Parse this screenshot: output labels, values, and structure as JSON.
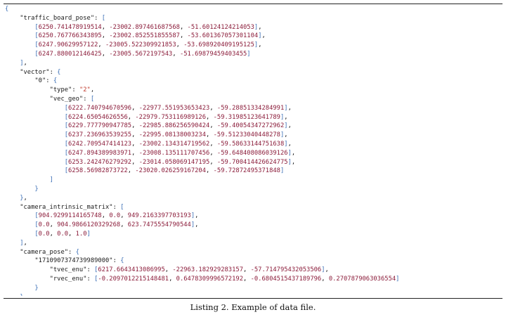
{
  "listing": {
    "lines": [
      [
        [
          "p",
          "{"
        ]
      ],
      [
        [
          "t",
          "    "
        ],
        [
          "k",
          "\"traffic_board_pose\""
        ],
        [
          "t",
          ": "
        ],
        [
          "p",
          "["
        ]
      ],
      [
        [
          "t",
          "        "
        ],
        [
          "p",
          "["
        ],
        [
          "n",
          "6250.741478919514"
        ],
        [
          "t",
          ", "
        ],
        [
          "n",
          "-23002.897461687568"
        ],
        [
          "t",
          ", "
        ],
        [
          "n",
          "-51.60124124214053"
        ],
        [
          "p",
          "]"
        ],
        [
          "t",
          ","
        ]
      ],
      [
        [
          "t",
          "        "
        ],
        [
          "p",
          "["
        ],
        [
          "n",
          "6250.767766343895"
        ],
        [
          "t",
          ", "
        ],
        [
          "n",
          "-23002.852551855587"
        ],
        [
          "t",
          ", "
        ],
        [
          "n",
          "-53.601367057301104"
        ],
        [
          "p",
          "]"
        ],
        [
          "t",
          ","
        ]
      ],
      [
        [
          "t",
          "        "
        ],
        [
          "p",
          "["
        ],
        [
          "n",
          "6247.90629957122"
        ],
        [
          "t",
          ", "
        ],
        [
          "n",
          "-23005.522309921853"
        ],
        [
          "t",
          ", "
        ],
        [
          "n",
          "-53.698920409195125"
        ],
        [
          "p",
          "]"
        ],
        [
          "t",
          ","
        ]
      ],
      [
        [
          "t",
          "        "
        ],
        [
          "p",
          "["
        ],
        [
          "n",
          "6247.880012146425"
        ],
        [
          "t",
          ", "
        ],
        [
          "n",
          "-23005.5672197543"
        ],
        [
          "t",
          ", "
        ],
        [
          "n",
          "-51.69879459403455"
        ],
        [
          "p",
          "]"
        ]
      ],
      [
        [
          "t",
          "    "
        ],
        [
          "p",
          "]"
        ],
        [
          "t",
          ","
        ]
      ],
      [
        [
          "t",
          "    "
        ],
        [
          "k",
          "\"vector\""
        ],
        [
          "t",
          ": "
        ],
        [
          "p",
          "{"
        ]
      ],
      [
        [
          "t",
          "        "
        ],
        [
          "k",
          "\"0\""
        ],
        [
          "t",
          ": "
        ],
        [
          "p",
          "{"
        ]
      ],
      [
        [
          "t",
          "            "
        ],
        [
          "k",
          "\"type\""
        ],
        [
          "t",
          ": "
        ],
        [
          "s",
          "\"2\""
        ],
        [
          "t",
          ","
        ]
      ],
      [
        [
          "t",
          "            "
        ],
        [
          "k",
          "\"vec_geo\""
        ],
        [
          "t",
          ": "
        ],
        [
          "p",
          "["
        ]
      ],
      [
        [
          "t",
          "                "
        ],
        [
          "p",
          "["
        ],
        [
          "n",
          "6222.740794670596"
        ],
        [
          "t",
          ", "
        ],
        [
          "n",
          "-22977.551953653423"
        ],
        [
          "t",
          ", "
        ],
        [
          "n",
          "-59.28851334284991"
        ],
        [
          "p",
          "]"
        ],
        [
          "t",
          ","
        ]
      ],
      [
        [
          "t",
          "                "
        ],
        [
          "p",
          "["
        ],
        [
          "n",
          "6224.65054626556"
        ],
        [
          "t",
          ", "
        ],
        [
          "n",
          "-22979.753116989126"
        ],
        [
          "t",
          ", "
        ],
        [
          "n",
          "-59.31985123641789"
        ],
        [
          "p",
          "]"
        ],
        [
          "t",
          ","
        ]
      ],
      [
        [
          "t",
          "                "
        ],
        [
          "p",
          "["
        ],
        [
          "n",
          "6229.777790947785"
        ],
        [
          "t",
          ", "
        ],
        [
          "n",
          "-22985.886256590424"
        ],
        [
          "t",
          ", "
        ],
        [
          "n",
          "-59.40054347272962"
        ],
        [
          "p",
          "]"
        ],
        [
          "t",
          ","
        ]
      ],
      [
        [
          "t",
          "                "
        ],
        [
          "p",
          "["
        ],
        [
          "n",
          "6237.236963539255"
        ],
        [
          "t",
          ", "
        ],
        [
          "n",
          "-22995.08138003234"
        ],
        [
          "t",
          ", "
        ],
        [
          "n",
          "-59.51233040448278"
        ],
        [
          "p",
          "]"
        ],
        [
          "t",
          ","
        ]
      ],
      [
        [
          "t",
          "                "
        ],
        [
          "p",
          "["
        ],
        [
          "n",
          "6242.709547414123"
        ],
        [
          "t",
          ", "
        ],
        [
          "n",
          "-23002.134314719562"
        ],
        [
          "t",
          ", "
        ],
        [
          "n",
          "-59.58633144751638"
        ],
        [
          "p",
          "]"
        ],
        [
          "t",
          ","
        ]
      ],
      [
        [
          "t",
          "                "
        ],
        [
          "p",
          "["
        ],
        [
          "n",
          "6247.894389983971"
        ],
        [
          "t",
          ", "
        ],
        [
          "n",
          "-23008.135111707456"
        ],
        [
          "t",
          ", "
        ],
        [
          "n",
          "-59.648408086039126"
        ],
        [
          "p",
          "]"
        ],
        [
          "t",
          ","
        ]
      ],
      [
        [
          "t",
          "                "
        ],
        [
          "p",
          "["
        ],
        [
          "n",
          "6253.242476279292"
        ],
        [
          "t",
          ", "
        ],
        [
          "n",
          "-23014.058069147195"
        ],
        [
          "t",
          ", "
        ],
        [
          "n",
          "-59.700414426624775"
        ],
        [
          "p",
          "]"
        ],
        [
          "t",
          ","
        ]
      ],
      [
        [
          "t",
          "                "
        ],
        [
          "p",
          "["
        ],
        [
          "n",
          "6258.56982873722"
        ],
        [
          "t",
          ", "
        ],
        [
          "n",
          "-23020.026259167204"
        ],
        [
          "t",
          ", "
        ],
        [
          "n",
          "-59.72872495371848"
        ],
        [
          "p",
          "]"
        ]
      ],
      [
        [
          "t",
          "            "
        ],
        [
          "p",
          "]"
        ]
      ],
      [
        [
          "t",
          "        "
        ],
        [
          "p",
          "}"
        ]
      ],
      [
        [
          "t",
          "    "
        ],
        [
          "p",
          "}"
        ],
        [
          "t",
          ","
        ]
      ],
      [
        [
          "t",
          "    "
        ],
        [
          "k",
          "\"camera_intrinsic_matrix\""
        ],
        [
          "t",
          ": "
        ],
        [
          "p",
          "["
        ]
      ],
      [
        [
          "t",
          "        "
        ],
        [
          "p",
          "["
        ],
        [
          "n",
          "904.9299114165748"
        ],
        [
          "t",
          ", "
        ],
        [
          "n",
          "0.0"
        ],
        [
          "t",
          ", "
        ],
        [
          "n",
          "949.2163397703193"
        ],
        [
          "p",
          "]"
        ],
        [
          "t",
          ","
        ]
      ],
      [
        [
          "t",
          "        "
        ],
        [
          "p",
          "["
        ],
        [
          "n",
          "0.0"
        ],
        [
          "t",
          ", "
        ],
        [
          "n",
          "904.9866120329268"
        ],
        [
          "t",
          ", "
        ],
        [
          "n",
          "623.7475554790544"
        ],
        [
          "p",
          "]"
        ],
        [
          "t",
          ","
        ]
      ],
      [
        [
          "t",
          "        "
        ],
        [
          "p",
          "["
        ],
        [
          "n",
          "0.0"
        ],
        [
          "t",
          ", "
        ],
        [
          "n",
          "0.0"
        ],
        [
          "t",
          ", "
        ],
        [
          "n",
          "1.0"
        ],
        [
          "p",
          "]"
        ]
      ],
      [
        [
          "t",
          "    "
        ],
        [
          "p",
          "]"
        ],
        [
          "t",
          ","
        ]
      ],
      [
        [
          "t",
          "    "
        ],
        [
          "k",
          "\"camera_pose\""
        ],
        [
          "t",
          ": "
        ],
        [
          "p",
          "{"
        ]
      ],
      [
        [
          "t",
          "        "
        ],
        [
          "k",
          "\"1710907374739989000\""
        ],
        [
          "t",
          ": "
        ],
        [
          "p",
          "{"
        ]
      ],
      [
        [
          "t",
          "            "
        ],
        [
          "k",
          "\"tvec_enu\""
        ],
        [
          "t",
          ": "
        ],
        [
          "p",
          "["
        ],
        [
          "n",
          "6217.6643413086995"
        ],
        [
          "t",
          ", "
        ],
        [
          "n",
          "-22963.182929283157"
        ],
        [
          "t",
          ", "
        ],
        [
          "n",
          "-57.714795432053506"
        ],
        [
          "p",
          "]"
        ],
        [
          "t",
          ","
        ]
      ],
      [
        [
          "t",
          "            "
        ],
        [
          "k",
          "\"rvec_enu\""
        ],
        [
          "t",
          ": "
        ],
        [
          "p",
          "["
        ],
        [
          "n",
          "-0.2097012215148481"
        ],
        [
          "t",
          ", "
        ],
        [
          "n",
          "0.6478309996572192"
        ],
        [
          "t",
          ", "
        ],
        [
          "n",
          "-0.6804515437189796"
        ],
        [
          "t",
          ", "
        ],
        [
          "n",
          "0.2707879063036554"
        ],
        [
          "p",
          "]"
        ]
      ],
      [
        [
          "t",
          "        "
        ],
        [
          "p",
          "}"
        ]
      ],
      [
        [
          "t",
          "    "
        ],
        [
          "p",
          "}"
        ]
      ],
      [
        [
          "p",
          "}"
        ]
      ]
    ]
  },
  "caption": "Listing 2. Example of data file."
}
